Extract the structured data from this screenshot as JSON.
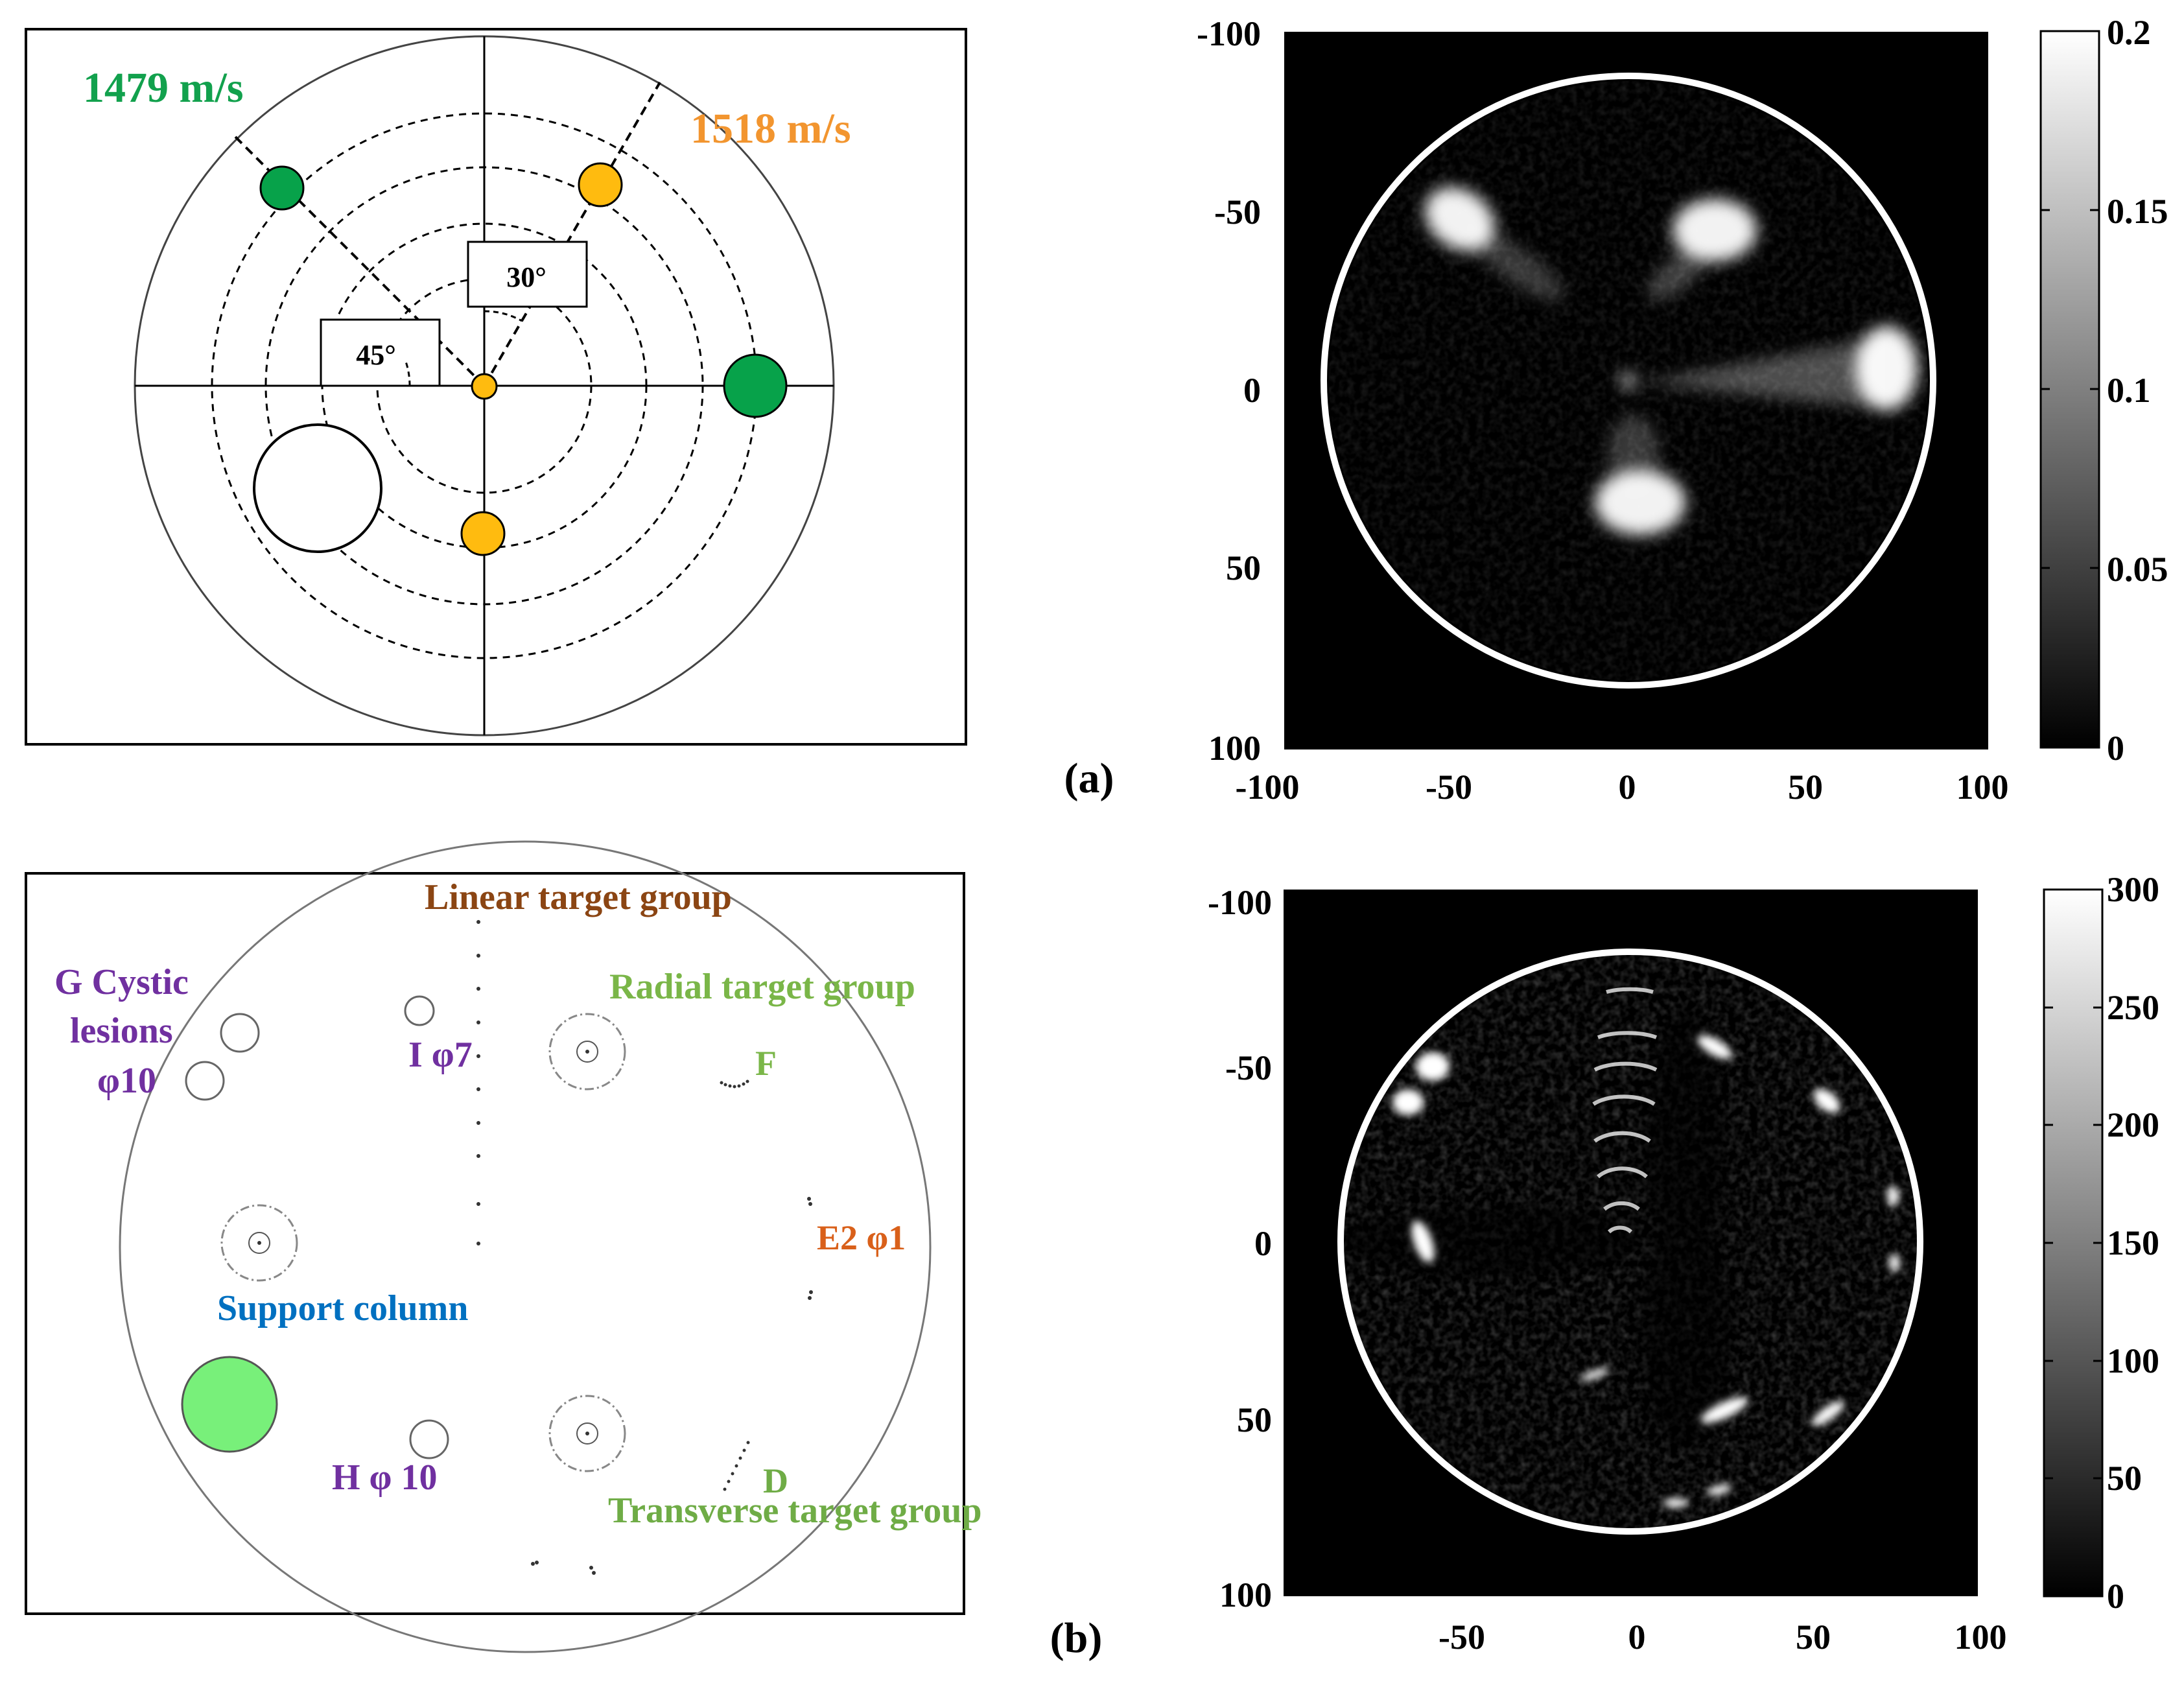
{
  "panel_a": {
    "label": "(a)",
    "schematic": {
      "speed_low": "1479 m/s",
      "speed_high": "1518 m/s",
      "angle_1": "45°",
      "angle_2": "30°",
      "colors": {
        "green": "#07a24a",
        "orange": "#ffbb0f",
        "low_text": "#12a14d",
        "high_text": "#f2952f"
      }
    },
    "image": {
      "x_ticks": [
        "-100",
        "-50",
        "0",
        "50",
        "100"
      ],
      "y_ticks": [
        "-100",
        "-50",
        "0",
        "50",
        "100"
      ],
      "colorbar_ticks": [
        "0.2",
        "0.15",
        "0.1",
        "0.05",
        "0"
      ]
    }
  },
  "panel_b": {
    "label": "(b)",
    "schematic": {
      "linear_group": "Linear target group",
      "radial_group": "Radial target group",
      "transverse_group": "Transverse target group",
      "support_column": "Support column",
      "cystic_line1": "G Cystic",
      "cystic_line2": "lesions",
      "cystic_line3": "φ10",
      "i_label": "I φ7",
      "h_label": "H φ 10",
      "f_label": "F",
      "e2_label": "E2  φ1",
      "d_label": "D",
      "colors": {
        "linear": "#8b4513",
        "radial": "#7ab648",
        "transverse": "#6fac46",
        "support": "#0070c0",
        "purple": "#7030a0",
        "e2": "#d9601a",
        "column": "#78f07a"
      }
    },
    "image": {
      "x_ticks": [
        "-50",
        "0",
        "50",
        "100"
      ],
      "y_ticks": [
        "-100",
        "-50",
        "0",
        "50",
        "100"
      ],
      "colorbar_ticks": [
        "300",
        "250",
        "200",
        "150",
        "100",
        "50",
        "0"
      ]
    }
  }
}
